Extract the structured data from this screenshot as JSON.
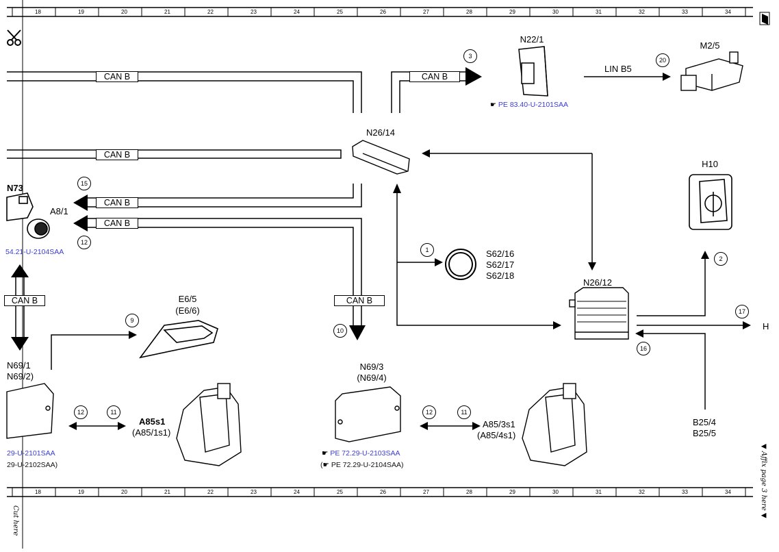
{
  "grid": {
    "columns": [
      "18",
      "19",
      "20",
      "21",
      "22",
      "23",
      "24",
      "25",
      "26",
      "27",
      "28",
      "29",
      "30",
      "31",
      "32",
      "33",
      "34"
    ]
  },
  "can_bus": {
    "label": "CAN B"
  },
  "lin_bus": {
    "label": "LIN B5"
  },
  "components": {
    "n22_1": {
      "name": "N22/1",
      "ref": "PE 83.40-U-2101SAA",
      "icon": "hand-pointer-icon"
    },
    "m2_5": {
      "name": "M2/5"
    },
    "n26_14": {
      "name": "N26/14"
    },
    "h10": {
      "name": "H10"
    },
    "n73": {
      "name": "N73"
    },
    "a8_1": {
      "name": "A8/1",
      "ref": "54.21-U-2104SAA"
    },
    "s62": {
      "line1": "S62/16",
      "line2": "S62/17",
      "line3": "S62/18"
    },
    "n26_12": {
      "name": "N26/12"
    },
    "e6": {
      "line1": "E6/5",
      "line2": "(E6/6)"
    },
    "n69_left": {
      "line1": "N69/1",
      "line2": "N69/2)",
      "ref1": "29-U-2101SAA",
      "ref2": "29-U-2102SAA)"
    },
    "a85s1": {
      "line1": "A85s1",
      "line2": "(A85/1s1)"
    },
    "n69_3": {
      "line1": "N69/3",
      "line2": "(N69/4)",
      "ref1": "PE 72.29-U-2103SAA",
      "ref2_open": "(",
      "ref2": "PE 72.29-U-2104SAA)"
    },
    "a85_3s1": {
      "line1": "A85/3s1",
      "line2": "(A85/4s1)"
    },
    "b25": {
      "line1": "B25/4",
      "line2": "B25/5"
    },
    "h_cut": {
      "name": "H"
    }
  },
  "circled_numbers": {
    "c3": "3",
    "c20": "20",
    "c15": "15",
    "c12a": "12",
    "c1": "1",
    "c2": "2",
    "c9": "9",
    "c10": "10",
    "c17": "17",
    "c16": "16",
    "c12b": "12",
    "c11a": "11",
    "c12c": "12",
    "c11b": "11"
  },
  "margin_notes": {
    "cut": "Cut here",
    "affix": "▼ Affix page 3 here ▼"
  }
}
